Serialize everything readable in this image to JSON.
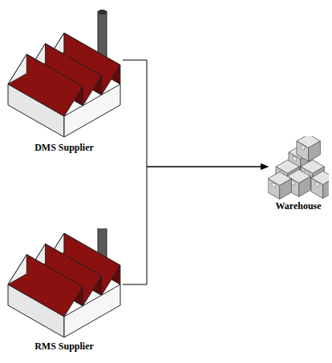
{
  "diagram": {
    "nodes": [
      {
        "text": [
          "DMS Supplier"
        ]
      },
      {
        "text": [
          "RMS Supplier"
        ]
      },
      {
        "text": [
          "Warehouse"
        ]
      }
    ],
    "edges": [
      {
        "from": 0,
        "to": 2,
        "arrow": "to"
      },
      {
        "from": 1,
        "to": 2,
        "arrow": "to"
      }
    ]
  }
}
